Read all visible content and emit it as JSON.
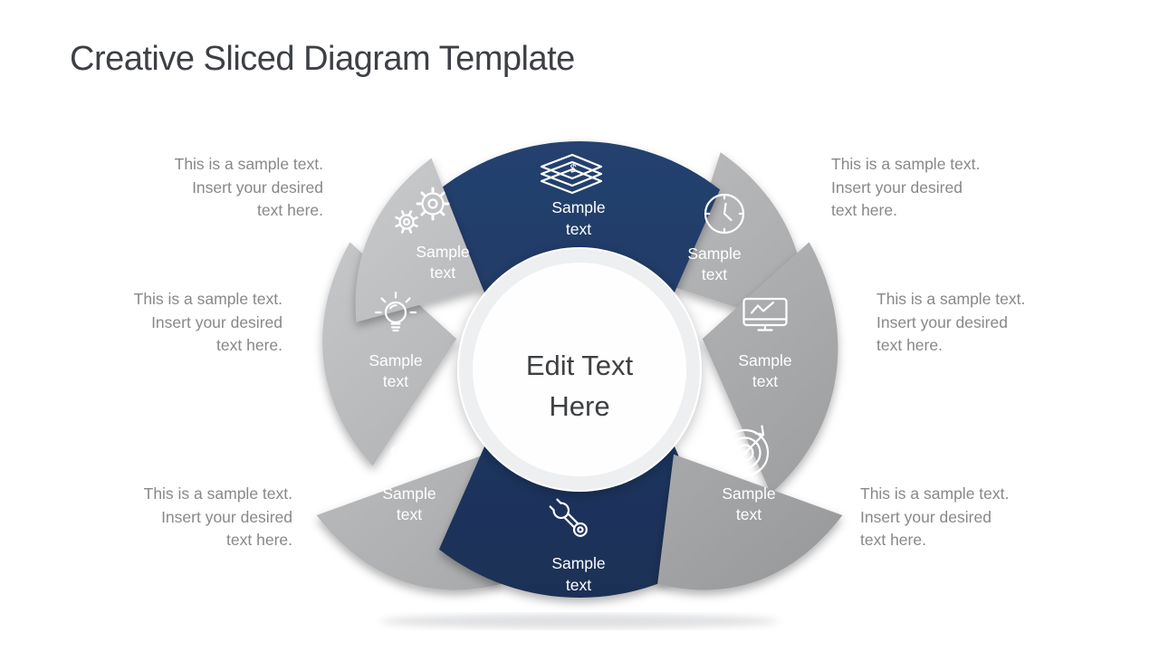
{
  "slide": {
    "title": "Creative Sliced Diagram Template",
    "background": "#ffffff"
  },
  "diagram": {
    "center_label": {
      "lines": [
        "Edit Text",
        "Here"
      ]
    },
    "colors": {
      "navy": "#1f3864",
      "navy_light": "#25426f",
      "navy_dark": "#1a2f55",
      "petal_light": "#c8c9ca",
      "petal_dark": "#9b9c9e",
      "icon_stroke": "#ffffff",
      "center_ring": "#edeff1",
      "center_fill": "#fefefe",
      "label_text": "#ffffff"
    },
    "slices": [
      {
        "position": "top",
        "color": "navy",
        "icon": "money-icon",
        "dollar_glyph": "$",
        "label_lines": [
          "Sample",
          "text"
        ]
      },
      {
        "position": "top-right",
        "color": "gray",
        "icon": "clock-icon",
        "label_lines": [
          "Sample",
          "text"
        ]
      },
      {
        "position": "right",
        "color": "gray",
        "icon": "monitor-chart-icon",
        "label_lines": [
          "Sample",
          "text"
        ]
      },
      {
        "position": "bottom-right",
        "color": "gray",
        "icon": "target-icon",
        "label_lines": [
          "Sample",
          "text"
        ]
      },
      {
        "position": "bottom",
        "color": "navy",
        "icon": "wrench-icon",
        "label_lines": [
          "Sample",
          "text"
        ]
      },
      {
        "position": "bottom-left",
        "color": "gray",
        "icon": "team-icon",
        "label_lines": [
          "Sample",
          "text"
        ]
      },
      {
        "position": "left",
        "color": "gray",
        "icon": "lightbulb-icon",
        "label_lines": [
          "Sample",
          "text"
        ]
      },
      {
        "position": "top-left",
        "color": "gray",
        "icon": "gears-icon",
        "label_lines": [
          "Sample",
          "text"
        ]
      }
    ]
  },
  "captions": [
    {
      "side": "left",
      "row": "top",
      "lines": [
        "This is a sample text.",
        "Insert your desired",
        "text here."
      ]
    },
    {
      "side": "left",
      "row": "middle",
      "lines": [
        "This is a sample text.",
        "Insert your desired",
        "text here."
      ]
    },
    {
      "side": "left",
      "row": "bottom",
      "lines": [
        "This is a sample text.",
        "Insert your desired",
        "text here."
      ]
    },
    {
      "side": "right",
      "row": "top",
      "lines": [
        "This is a sample text.",
        "Insert your desired",
        "text here."
      ]
    },
    {
      "side": "right",
      "row": "middle",
      "lines": [
        "This is a sample text.",
        "Insert your desired",
        "text here."
      ]
    },
    {
      "side": "right",
      "row": "bottom",
      "lines": [
        "This is a sample text.",
        "Insert your desired",
        "text here."
      ]
    }
  ]
}
